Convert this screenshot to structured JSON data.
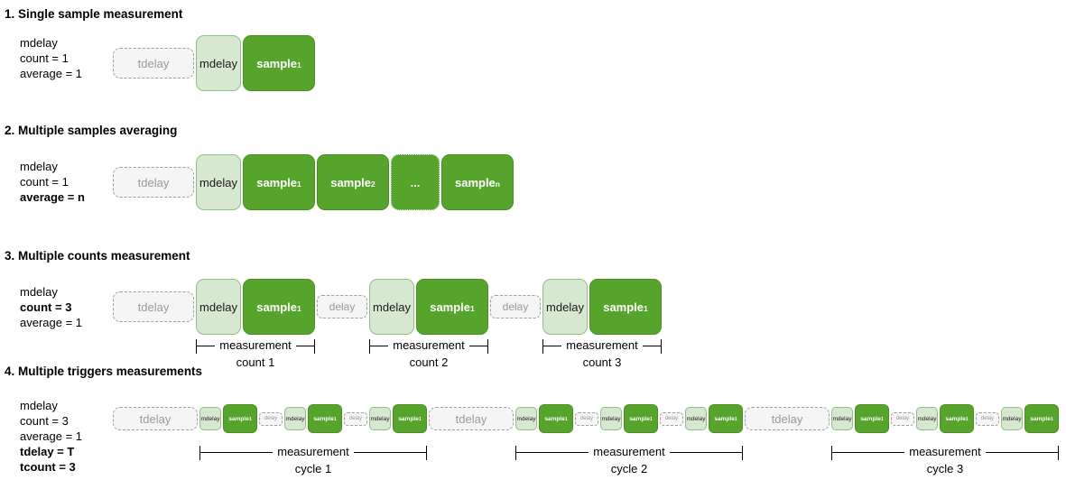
{
  "colors": {
    "sample_fill": "#57a42d",
    "sample_border": "#4a8f23",
    "mdelay_fill": "#d7e8d1",
    "mdelay_border": "#93bf85",
    "delay_fill": "#f5f5f5",
    "delay_border": "#9e9e9e",
    "delay_text": "#999999",
    "bracket": "#000000"
  },
  "sections": {
    "s1": {
      "title": "1. Single sample measurement",
      "params": [
        "mdelay",
        "count = 1",
        "average = 1"
      ],
      "timeline": {
        "tdelay": "tdelay",
        "mdelay": "mdelay",
        "sample": {
          "base": "sample",
          "sub": "1"
        }
      }
    },
    "s2": {
      "title": "2. Multiple samples averaging",
      "params": [
        "mdelay",
        "count = 1",
        "average = n"
      ],
      "timeline": {
        "tdelay": "tdelay",
        "mdelay": "mdelay",
        "samples": [
          {
            "base": "sample",
            "sub": "1"
          },
          {
            "base": "sample",
            "sub": "2"
          },
          {
            "base": "...",
            "sub": ""
          },
          {
            "base": "sample",
            "sub": "n"
          }
        ]
      }
    },
    "s3": {
      "title": "3. Multiple counts measurement",
      "params": [
        "mdelay",
        "count = 3",
        "average = 1"
      ],
      "timeline": {
        "tdelay": "tdelay",
        "mdelay": "mdelay",
        "delay": "delay",
        "sample": {
          "base": "sample",
          "sub": "1"
        }
      },
      "brackets": [
        {
          "label": "measurement",
          "sub": "count 1"
        },
        {
          "label": "measurement",
          "sub": "count 2"
        },
        {
          "label": "measurement",
          "sub": "count 3"
        }
      ]
    },
    "s4": {
      "title": "4. Multiple triggers measurements",
      "params": [
        "mdelay",
        "count = 3",
        "average = 1",
        "tdelay = T",
        "tcount = 3"
      ],
      "timeline": {
        "tdelay": "tdelay",
        "mdelay": "mdelay",
        "delay": "delay",
        "sample": {
          "base": "sample",
          "sub": "1"
        }
      },
      "brackets": [
        {
          "label": "measurement",
          "sub": "cycle 1"
        },
        {
          "label": "measurement",
          "sub": "cycle 2"
        },
        {
          "label": "measurement",
          "sub": "cycle 3"
        }
      ]
    }
  }
}
